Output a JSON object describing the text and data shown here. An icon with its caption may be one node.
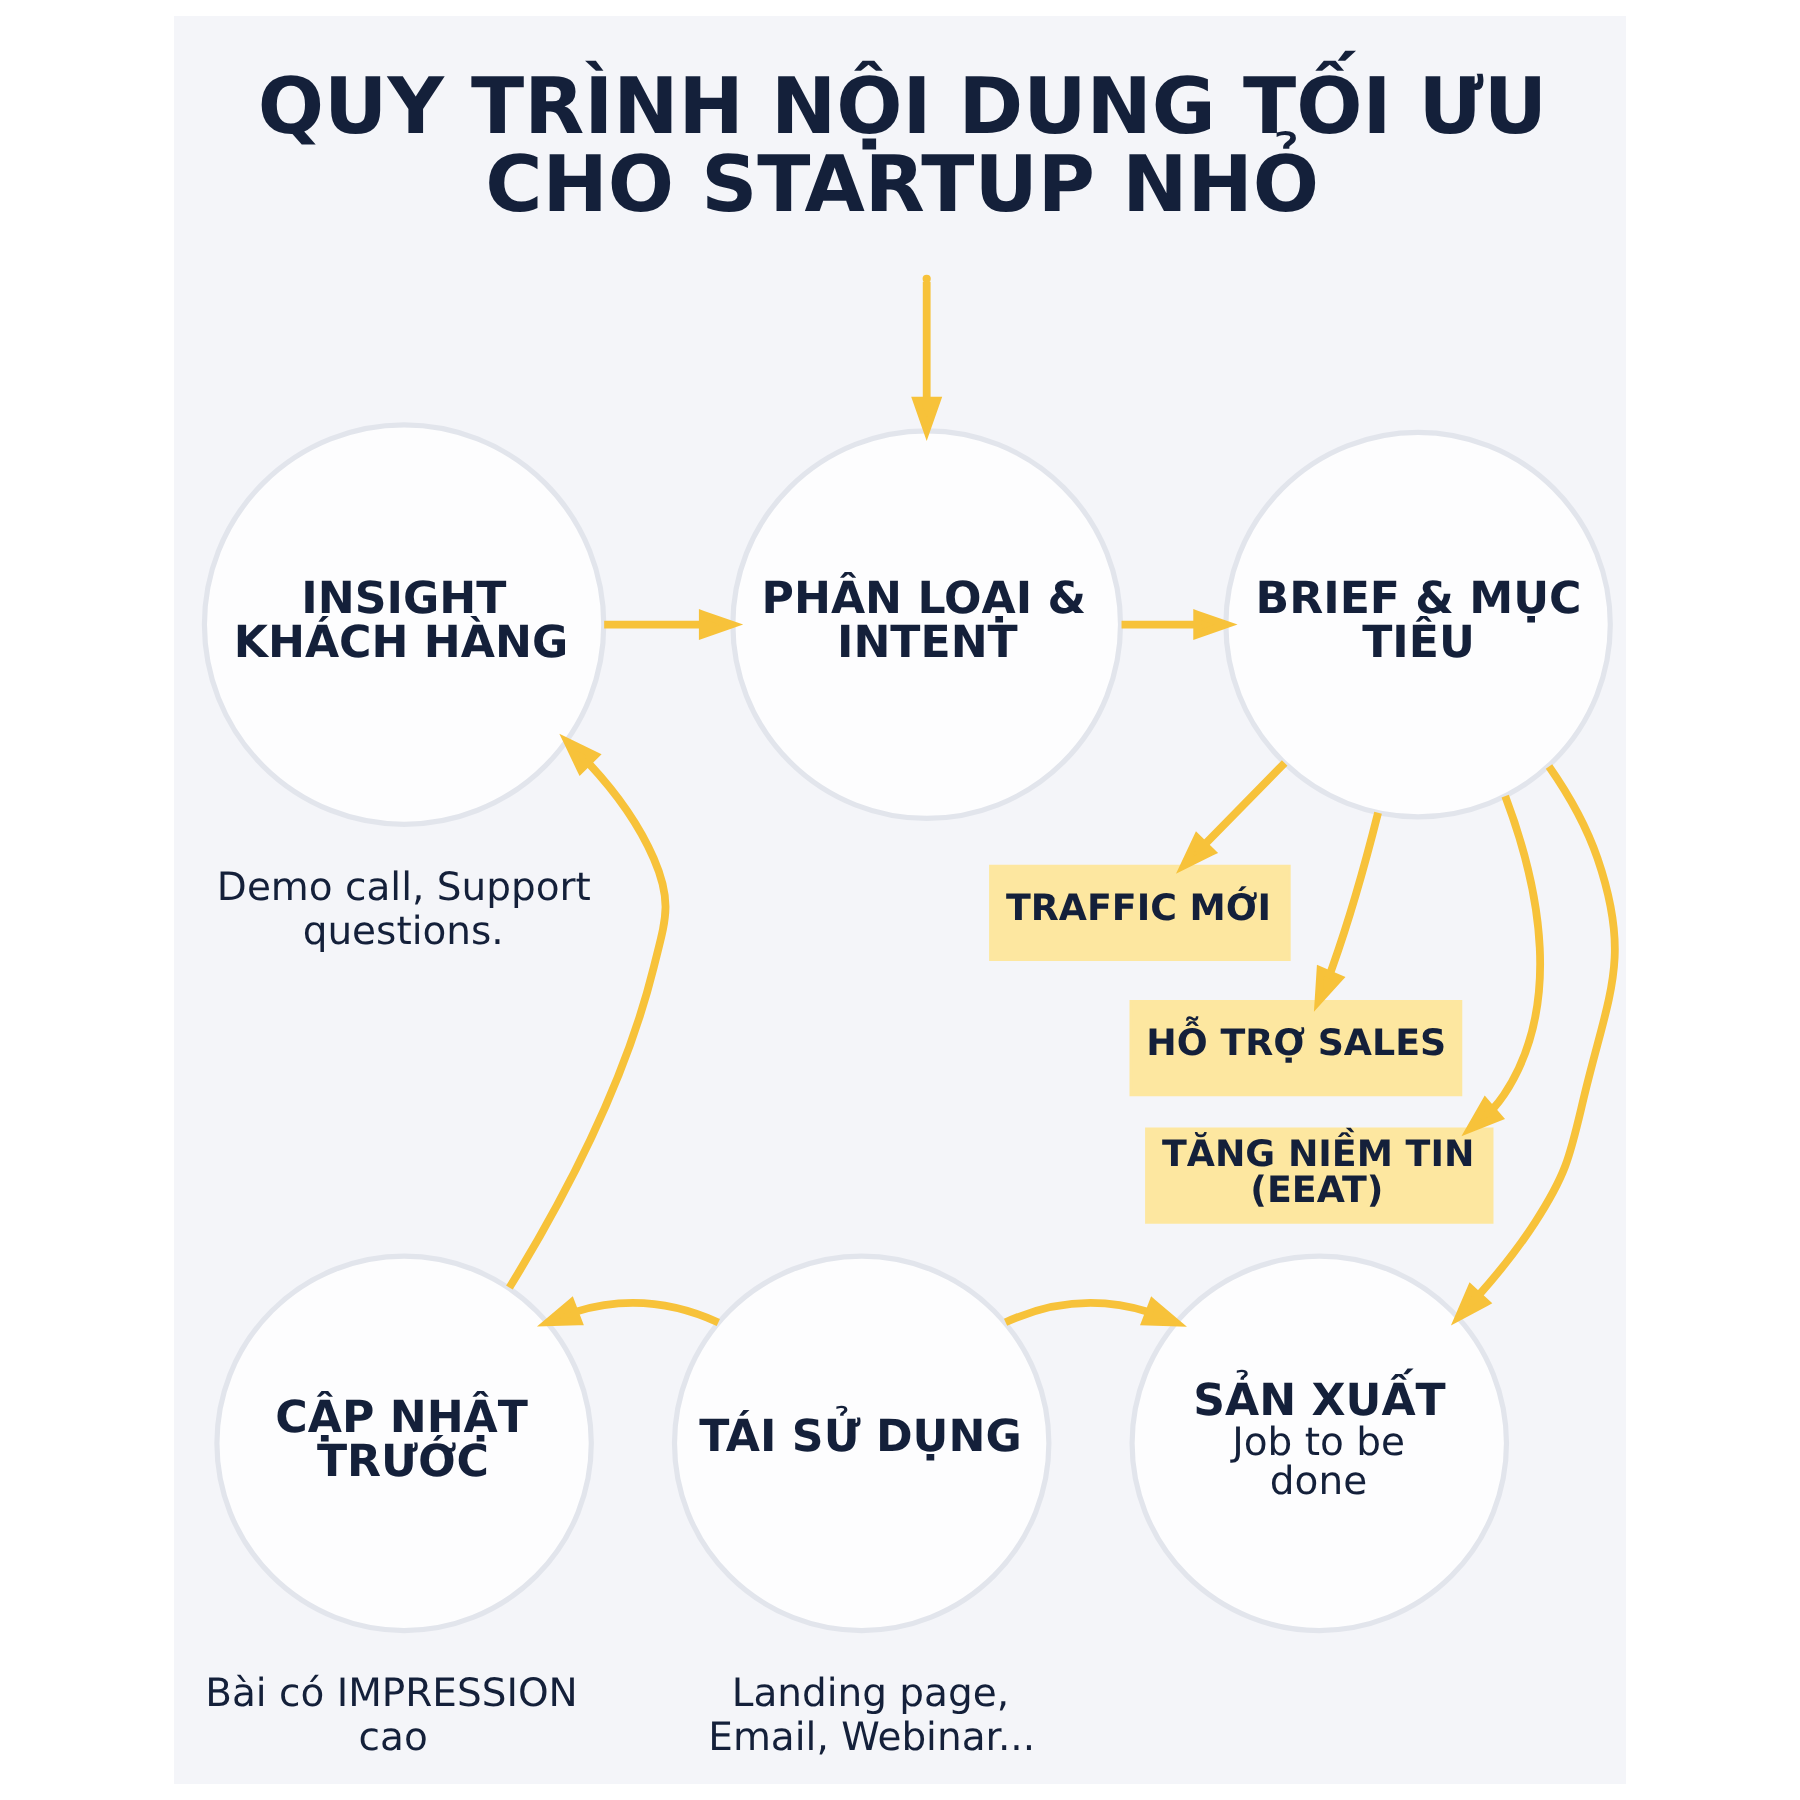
{
  "diagram": {
    "title": "QUY TRÌNH NỘI DUNG TỐI ƯU CHO STARTUP NHỎ",
    "nodes": [
      {
        "text": [
          "INSIGHT KHÁCH HÀNG"
        ],
        "beside": [
          "Demo call, Support questions."
        ]
      },
      {
        "text": [
          "PHÂN LOẠI & INTENT"
        ]
      },
      {
        "text": [
          "BRIEF & MỤC TIÊU"
        ]
      },
      {
        "text": [
          "TRAFFIC MỚI"
        ]
      },
      {
        "text": [
          "HỖ TRỢ SALES"
        ]
      },
      {
        "text": [
          "TĂNG NIỀM TIN (EEAT)"
        ]
      },
      {
        "text": [
          "CẬP NHẬT TRƯỚC"
        ],
        "beside": [
          "Bài có IMPRESSION cao"
        ]
      },
      {
        "text": [
          "TÁI SỬ DỤNG"
        ],
        "beside": [
          "Landing page, Email, Webinar..."
        ]
      },
      {
        "text": [
          "SẢN XUẤT",
          "Job to be done"
        ]
      }
    ],
    "edges": [
      {
        "from": 6,
        "to": 0,
        "arrow": "to"
      },
      {
        "from": 0,
        "to": 1,
        "arrow": "to"
      },
      {
        "from": null,
        "to": 1,
        "arrow": "to"
      },
      {
        "from": 1,
        "to": 2,
        "arrow": "to"
      },
      {
        "from": 2,
        "to": 8,
        "arrow": "to"
      },
      {
        "from": 2,
        "to": 3,
        "arrow": "to"
      },
      {
        "from": 2,
        "to": 4,
        "arrow": "to"
      },
      {
        "from": 2,
        "to": 5,
        "arrow": "to"
      },
      {
        "from": 7,
        "to": 6,
        "arrow": "to"
      },
      {
        "from": 7,
        "to": 8,
        "arrow": "to"
      }
    ]
  }
}
